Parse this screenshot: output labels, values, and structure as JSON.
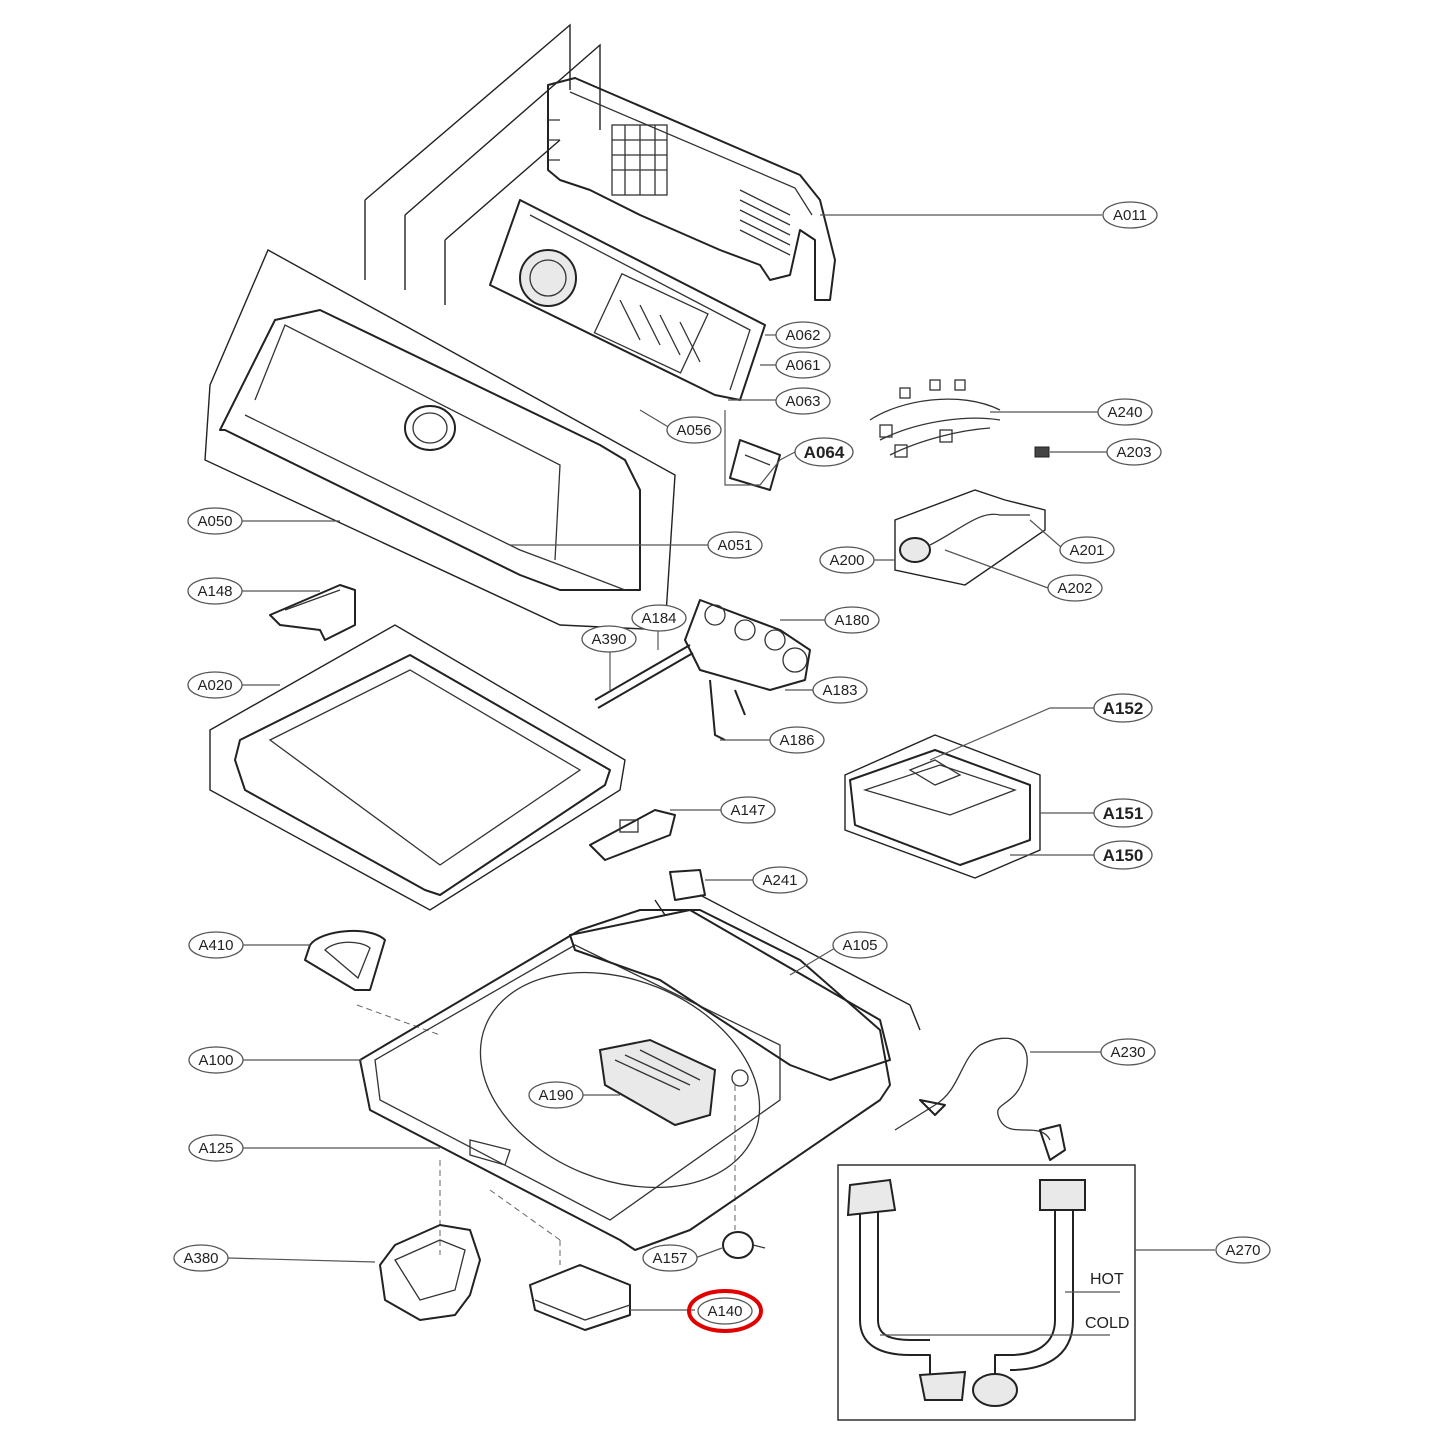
{
  "diagram": {
    "callouts": [
      {
        "id": "A011",
        "label": "A011"
      },
      {
        "id": "A062",
        "label": "A062"
      },
      {
        "id": "A061",
        "label": "A061"
      },
      {
        "id": "A063",
        "label": "A063"
      },
      {
        "id": "A056",
        "label": "A056"
      },
      {
        "id": "A064",
        "label": "A064"
      },
      {
        "id": "A240",
        "label": "A240"
      },
      {
        "id": "A203",
        "label": "A203"
      },
      {
        "id": "A050",
        "label": "A050"
      },
      {
        "id": "A051",
        "label": "A051"
      },
      {
        "id": "A200",
        "label": "A200"
      },
      {
        "id": "A201",
        "label": "A201"
      },
      {
        "id": "A202",
        "label": "A202"
      },
      {
        "id": "A148",
        "label": "A148"
      },
      {
        "id": "A184",
        "label": "A184"
      },
      {
        "id": "A180",
        "label": "A180"
      },
      {
        "id": "A390",
        "label": "A390"
      },
      {
        "id": "A020",
        "label": "A020"
      },
      {
        "id": "A183",
        "label": "A183"
      },
      {
        "id": "A152",
        "label": "A152"
      },
      {
        "id": "A186",
        "label": "A186"
      },
      {
        "id": "A147",
        "label": "A147"
      },
      {
        "id": "A151",
        "label": "A151"
      },
      {
        "id": "A150",
        "label": "A150"
      },
      {
        "id": "A241",
        "label": "A241"
      },
      {
        "id": "A410",
        "label": "A410"
      },
      {
        "id": "A105",
        "label": "A105"
      },
      {
        "id": "A100",
        "label": "A100"
      },
      {
        "id": "A230",
        "label": "A230"
      },
      {
        "id": "A190",
        "label": "A190"
      },
      {
        "id": "A125",
        "label": "A125"
      },
      {
        "id": "A270",
        "label": "A270"
      },
      {
        "id": "A380",
        "label": "A380"
      },
      {
        "id": "A157",
        "label": "A157"
      },
      {
        "id": "A140",
        "label": "A140"
      }
    ],
    "highlighted": "A140",
    "highlight_color": "#e00000",
    "hose_labels": {
      "hot": "HOT",
      "cold": "COLD"
    }
  }
}
